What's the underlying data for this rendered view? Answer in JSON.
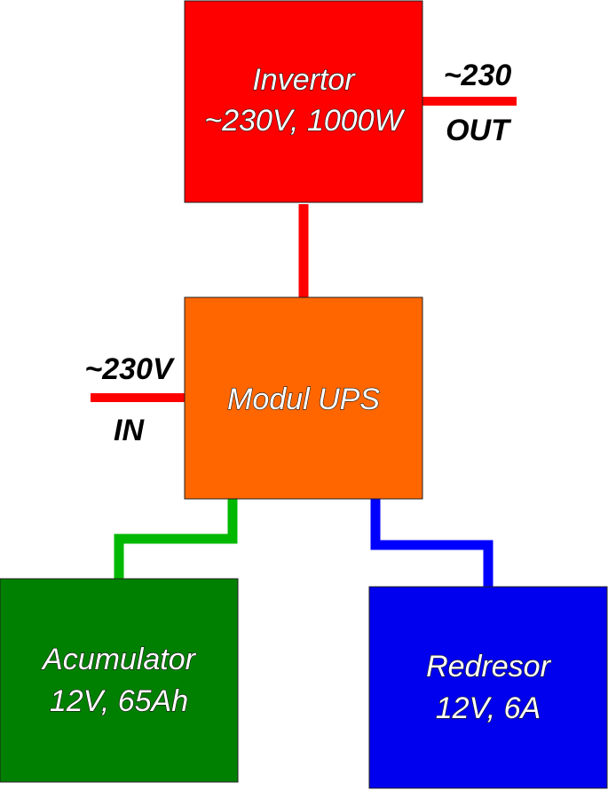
{
  "colors": {
    "invertor": "#ff0000",
    "ups": "#ff6600",
    "acumulator": "#008000",
    "redresor": "#0000ee",
    "ac_line": "#ff0000",
    "battery_line": "#00b800",
    "charger_line": "#0000ff"
  },
  "blocks": {
    "invertor": {
      "line1": "Invertor",
      "line2": "~230V, 1000W"
    },
    "ups": {
      "line1": "Modul UPS"
    },
    "acumulator": {
      "line1": "Acumulator",
      "line2": "12V, 65Ah"
    },
    "redresor": {
      "line1": "Redresor",
      "line2": "12V, 6A"
    }
  },
  "ports": {
    "output": {
      "voltage": "~230",
      "label": "OUT"
    },
    "input": {
      "voltage": "~230V",
      "label": "IN"
    }
  }
}
